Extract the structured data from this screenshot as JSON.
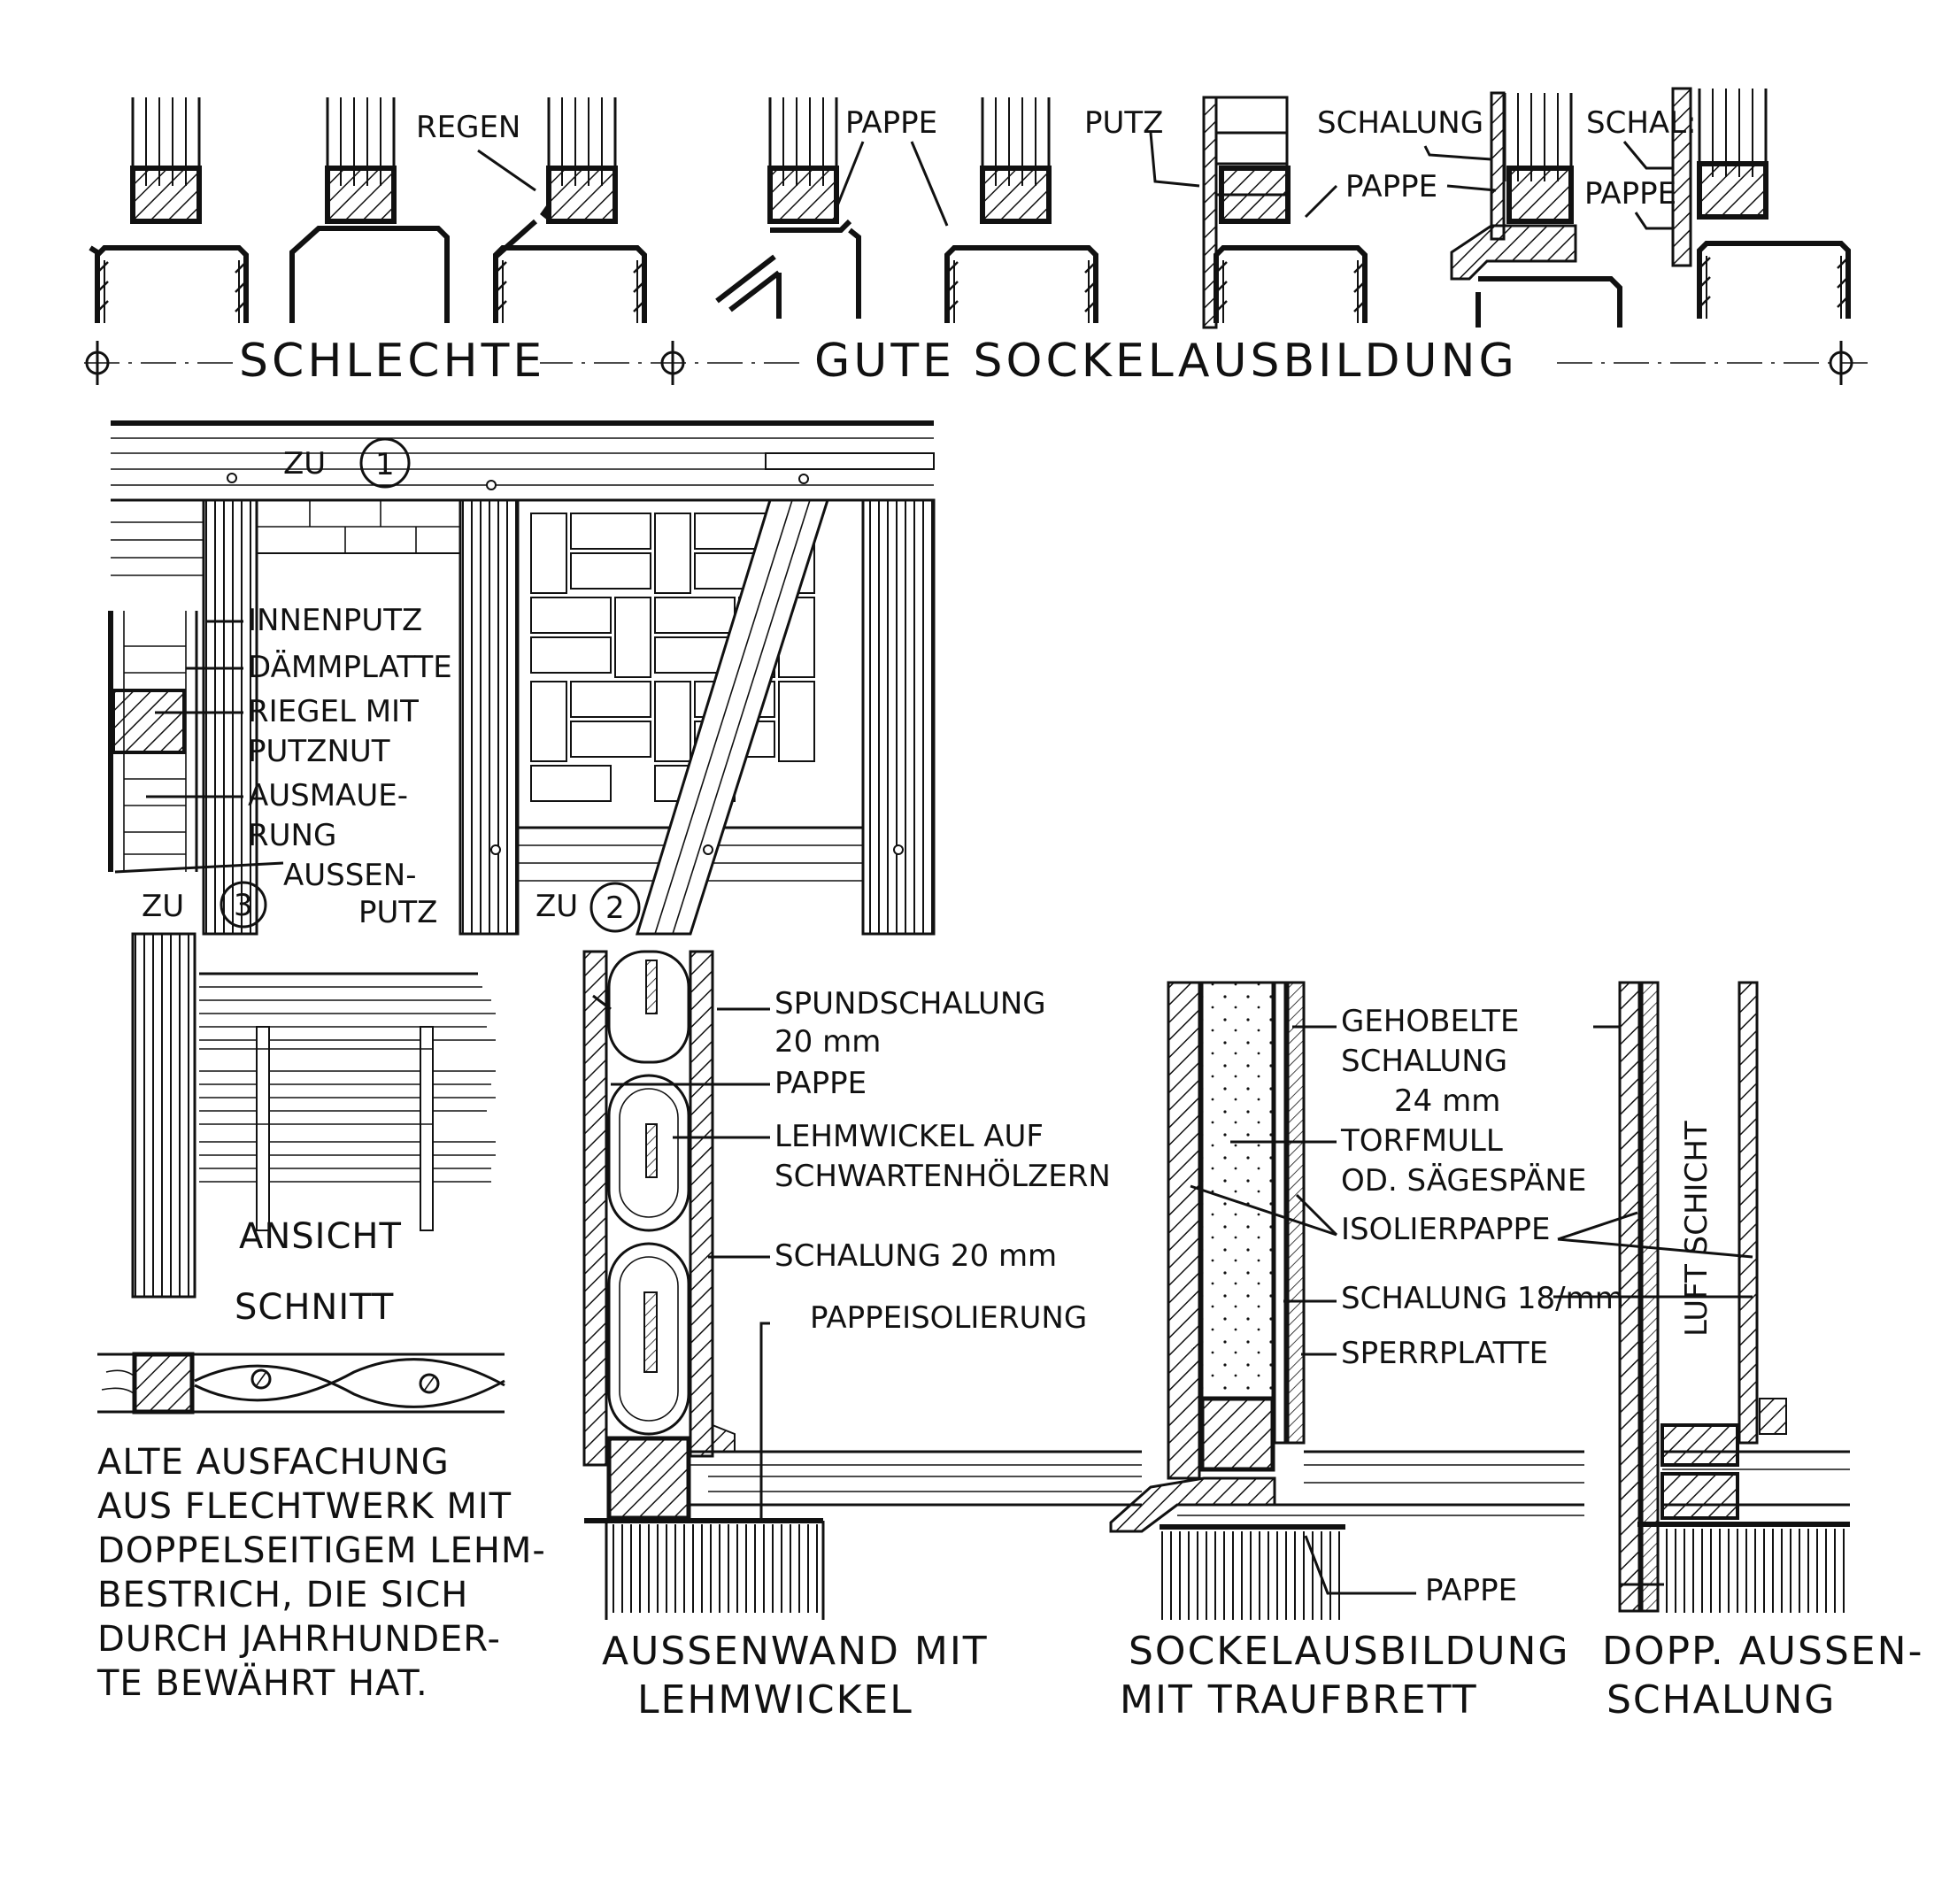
{
  "top_row": {
    "labels": {
      "regen": "REGEN",
      "pappe_1": "PAPPE",
      "putz": "PUTZ",
      "schalung": "SCHALUNG",
      "pappe_2": "PAPPE",
      "schal": "SCHAL:",
      "pappe_3": "PAPPE"
    },
    "bad_caption": "SCHLECHTE",
    "good_caption": "GUTE SOCKELAUSBILDUNG"
  },
  "frame": {
    "ref_1": "ZU",
    "ref_1_num": "1",
    "ref_2": "ZU",
    "ref_2_num": "2",
    "ref_3": "ZU",
    "ref_3_num": "3",
    "layers": [
      "INNENPUTZ",
      "DÄMMPLATTE",
      "RIEGEL MIT",
      "PUTZNUT",
      "AUSMAUE-",
      "RUNG",
      "AUSSEN-",
      "PUTZ"
    ]
  },
  "wattle": {
    "ansicht": "ANSICHT",
    "schnitt": "SCHNITT",
    "note_lines": [
      "ALTE AUSFACHUNG",
      "AUS FLECHTWERK MIT",
      "DOPPELSEITIGEM LEHM-",
      "BESTRICH, DIE SICH",
      "DURCH JAHRHUNDER-",
      "TE BEWÄHRT HAT."
    ]
  },
  "section_a": {
    "labels": [
      "SPUNDSCHALUNG",
      "20 mm",
      "PAPPE",
      "LEHMWICKEL AUF",
      "SCHWARTENHÖLZERN",
      "SCHALUNG 20 mm",
      "PAPPEISOLIERUNG"
    ],
    "caption_1": "AUSSENWAND MIT",
    "caption_2": "LEHMWICKEL"
  },
  "section_b": {
    "labels": [
      "GEHOBELTE",
      "SCHALUNG",
      "24 mm",
      "TORFMULL",
      "OD. SÄGESPÄNE",
      "ISOLIERPAPPE",
      "SCHALUNG 18/mm",
      "SPERRPLATTE",
      "PAPPE"
    ],
    "caption_1": "SOCKELAUSBILDUNG",
    "caption_2": "MIT TRAUFBRETT"
  },
  "section_c": {
    "luft": "LUFT SCHICHT",
    "caption_1": "DOPP. AUSSEN-",
    "caption_2": "SCHALUNG"
  }
}
